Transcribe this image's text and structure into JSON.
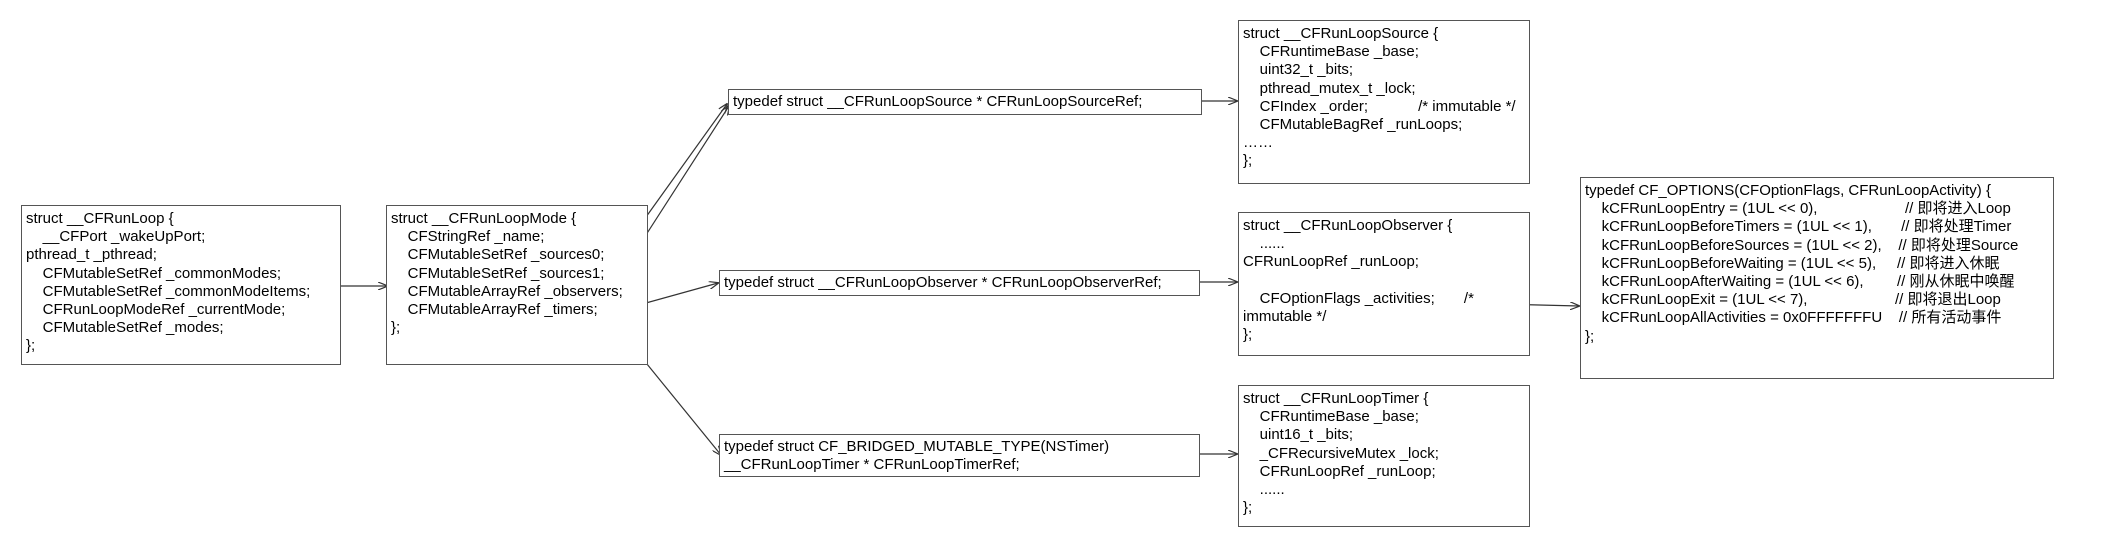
{
  "nodes": {
    "runloop": {
      "lines": [
        "struct __CFRunLoop {",
        "    __CFPort _wakeUpPort;",
        "pthread_t _pthread;",
        "    CFMutableSetRef _commonModes;",
        "    CFMutableSetRef _commonModeItems;",
        "    CFRunLoopModeRef _currentMode;",
        "    CFMutableSetRef _modes;",
        "};"
      ]
    },
    "mode": {
      "lines": [
        "struct __CFRunLoopMode {",
        "    CFStringRef _name;",
        "    CFMutableSetRef _sources0;",
        "    CFMutableSetRef _sources1;",
        "    CFMutableArrayRef _observers;",
        "    CFMutableArrayRef _timers;",
        "};"
      ]
    },
    "source_typedef": {
      "lines": [
        "typedef struct __CFRunLoopSource * CFRunLoopSourceRef;"
      ]
    },
    "observer_typedef": {
      "lines": [
        "typedef struct __CFRunLoopObserver * CFRunLoopObserverRef;"
      ]
    },
    "timer_typedef": {
      "lines": [
        "typedef struct CF_BRIDGED_MUTABLE_TYPE(NSTimer)",
        "__CFRunLoopTimer * CFRunLoopTimerRef;"
      ]
    },
    "source_struct": {
      "lines": [
        "struct __CFRunLoopSource {",
        "    CFRuntimeBase _base;",
        "    uint32_t _bits;",
        "    pthread_mutex_t _lock;",
        "    CFIndex _order;            /* immutable */",
        "    CFMutableBagRef _runLoops;",
        "……",
        "};"
      ]
    },
    "observer_struct": {
      "lines": [
        "struct __CFRunLoopObserver {",
        "    ......",
        "CFRunLoopRef _runLoop;",
        "",
        "    CFOptionFlags _activities;       /*",
        "immutable */",
        "};"
      ]
    },
    "timer_struct": {
      "lines": [
        "struct __CFRunLoopTimer {",
        "    CFRuntimeBase _base;",
        "    uint16_t _bits;",
        "    _CFRecursiveMutex _lock;",
        "    CFRunLoopRef _runLoop;",
        "    ......",
        "};"
      ]
    },
    "activity": {
      "lines": [
        "typedef CF_OPTIONS(CFOptionFlags, CFRunLoopActivity) {",
        "    kCFRunLoopEntry = (1UL << 0),                     // 即将进入Loop",
        "    kCFRunLoopBeforeTimers = (1UL << 1),       // 即将处理Timer",
        "    kCFRunLoopBeforeSources = (1UL << 2),    // 即将处理Source",
        "    kCFRunLoopBeforeWaiting = (1UL << 5),     // 即将进入休眠",
        "    kCFRunLoopAfterWaiting = (1UL << 6),        // 刚从休眠中唤醒",
        "    kCFRunLoopExit = (1UL << 7),                     // 即将退出Loop",
        "    kCFRunLoopAllActivities = 0x0FFFFFFFU    // 所有活动事件",
        "};"
      ]
    }
  },
  "edges": [
    {
      "from": "runloop",
      "to": "mode"
    },
    {
      "from": "mode",
      "to": "source_typedef"
    },
    {
      "from": "mode",
      "to": "source_typedef"
    },
    {
      "from": "mode",
      "to": "observer_typedef"
    },
    {
      "from": "mode",
      "to": "timer_typedef"
    },
    {
      "from": "source_typedef",
      "to": "source_struct"
    },
    {
      "from": "observer_typedef",
      "to": "observer_struct"
    },
    {
      "from": "timer_typedef",
      "to": "timer_struct"
    },
    {
      "from": "observer_struct",
      "to": "activity"
    }
  ],
  "colors": {
    "border": "#555555",
    "arrow": "#333333"
  }
}
